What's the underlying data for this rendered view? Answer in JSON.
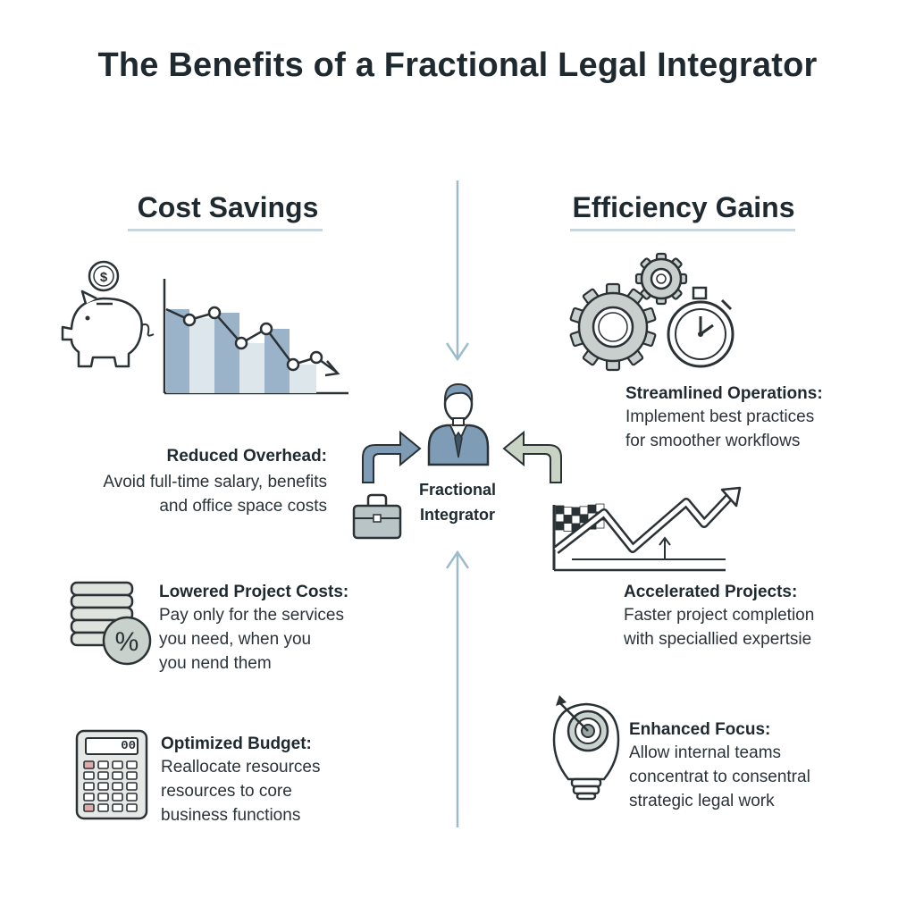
{
  "title": "The Benefits of a Fractional Legal Integrator",
  "left": {
    "heading": "Cost Savings",
    "items": [
      {
        "title": "Reduced Overhead:",
        "lines": [
          "Avoid full-time salary, benefits",
          "and office space costs"
        ]
      },
      {
        "title": "Lowered Project Costs:",
        "lines": [
          "Pay only for the services",
          "you need, when you",
          "you nend them"
        ]
      },
      {
        "title": "Optimized Budget:",
        "lines": [
          "Reallocate resources",
          "resources to core",
          "business functions"
        ]
      }
    ],
    "calculator_display": "00"
  },
  "right": {
    "heading": "Efficiency Gains",
    "items": [
      {
        "title": "Streamlined Operations:",
        "lines": [
          "Implement best practices",
          "for smoother workflows"
        ]
      },
      {
        "title": "Accelerated Projects:",
        "lines": [
          "Faster project completion",
          "with speciallied expertsie"
        ]
      },
      {
        "title": "Enhanced Focus:",
        "lines": [
          "Allow internal teams",
          "concentrat to consentral",
          "strategic legal work"
        ]
      }
    ]
  },
  "center": {
    "label_line1": "Fractional",
    "label_line2": "Integrator"
  },
  "colors": {
    "ink": "#2b3236",
    "steel": "#7f9cb6",
    "sage": "#b9c6b4",
    "light": "#dde6ea",
    "axis": "#9dbccb",
    "gear": "#c9cfcc"
  },
  "icons": [
    "piggy-bank-icon",
    "dollar-coin-icon",
    "declining-chart-icon",
    "briefcase-icon",
    "person-icon",
    "gears-icon",
    "stopwatch-icon",
    "coin-stack-icon",
    "percent-icon",
    "calculator-icon",
    "finish-flag-icon",
    "rising-arrow-icon",
    "lightbulb-target-icon"
  ]
}
